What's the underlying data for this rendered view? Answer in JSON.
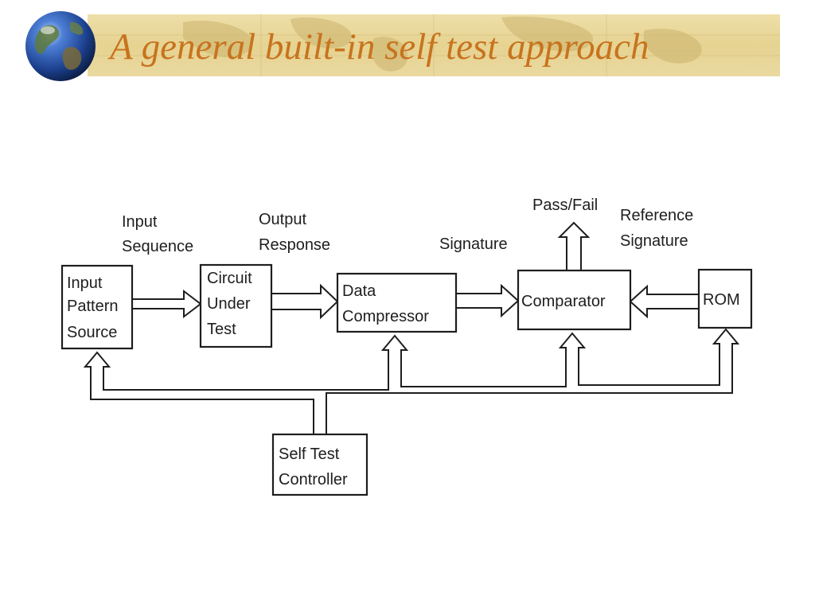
{
  "slide": {
    "title": "A general built-in self test approach"
  },
  "diagram": {
    "blocks": {
      "input_pattern_source": [
        "Input",
        "Pattern",
        "Source"
      ],
      "circuit_under_test": [
        "Circuit",
        "Under",
        "Test"
      ],
      "data_compressor": [
        "Data",
        "Compressor"
      ],
      "comparator": [
        "Comparator"
      ],
      "rom": [
        "ROM"
      ],
      "self_test_controller": [
        "Self Test",
        "Controller"
      ]
    },
    "labels": {
      "input_sequence": [
        "Input",
        "Sequence"
      ],
      "output_response": [
        "Output",
        "Response"
      ],
      "signature": "Signature",
      "pass_fail": "Pass/Fail",
      "reference_signature": [
        "Reference",
        "Signature"
      ]
    }
  },
  "colors": {
    "title": "#c8731e",
    "banner": "#e6d391",
    "line": "#1e1e1e"
  },
  "icons": {
    "logo": "globe-icon"
  }
}
